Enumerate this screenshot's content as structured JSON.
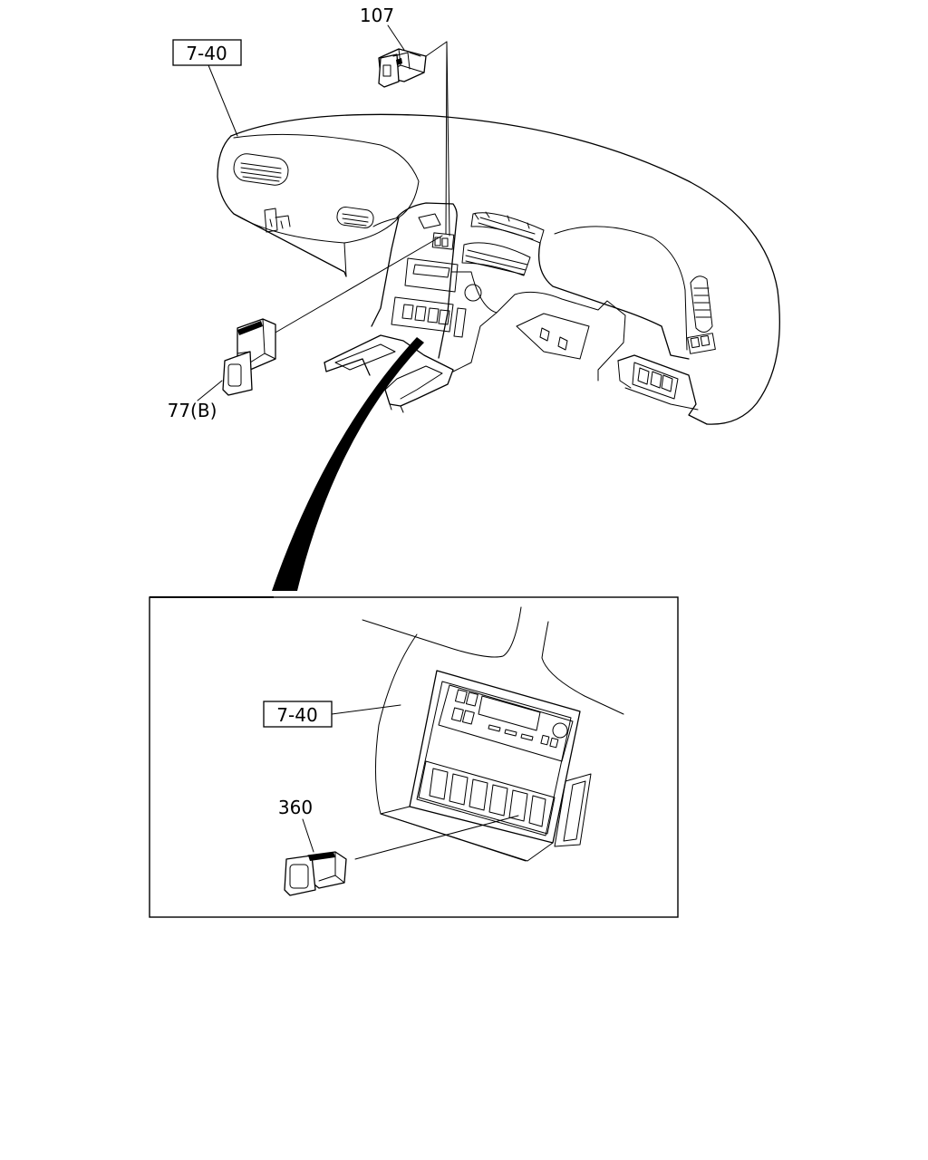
{
  "callouts": {
    "ref_top": "7-40",
    "part_107": "107",
    "part_77b": "77(B)",
    "ref_detail": "7-40",
    "part_360": "360"
  }
}
